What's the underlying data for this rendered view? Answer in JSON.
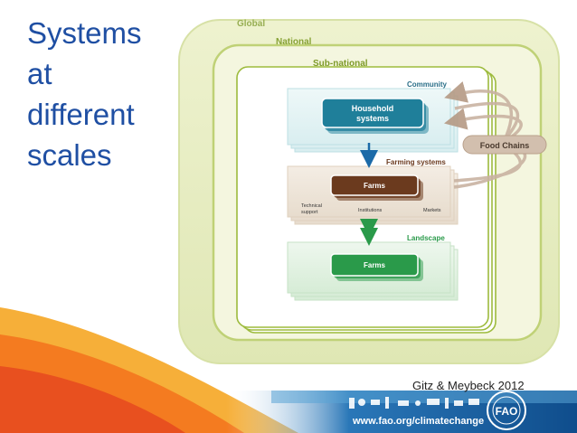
{
  "title_lines": [
    "Systems",
    "at",
    "different",
    "scales"
  ],
  "levels": {
    "global": "Global",
    "national": "National",
    "subnational": "Sub-national",
    "community": "Community",
    "farming_systems": "Farming systems",
    "landscape": "Landscape"
  },
  "boxes": {
    "household_line1": "Household",
    "household_line2": "systems",
    "farms_top": "Farms",
    "farms_bottom": "Farms",
    "food_chains": "Food Chains"
  },
  "farm_labels": {
    "technical_line1": "Technical",
    "technical_line2": "support",
    "institutions": "Institutions",
    "markets": "Markets"
  },
  "citation": "Gitz & Meybeck 2012",
  "footer_url": "www.fao.org/climatechange",
  "logo_text": "FAO",
  "colors": {
    "title": "#1f4fa3",
    "household": "#1f7f9a",
    "farms_top": "#6b3a1e",
    "farms_bottom": "#2a9a4a",
    "food_chains": "#d2bfae",
    "footer_blue": "#1b5e9f"
  }
}
